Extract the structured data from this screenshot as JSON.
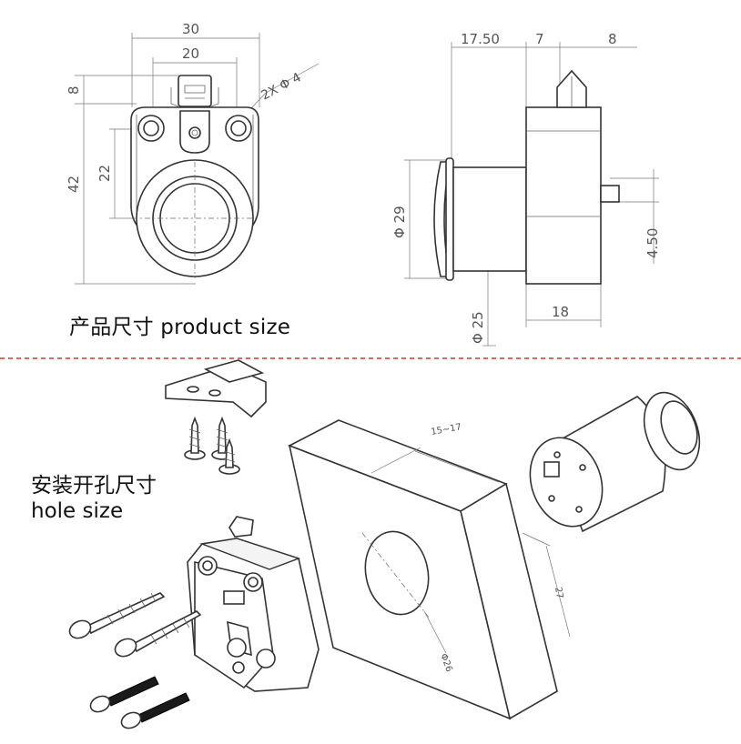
{
  "captions": {
    "product_size": "产品尺寸 product size",
    "hole_size_cn": "安装开孔尺寸",
    "hole_size_en": "hole size"
  },
  "front_view": {
    "dims": {
      "top_width": "30",
      "hole_spacing": "20",
      "holes": "2X Φ 4",
      "tab_height": "8",
      "total_height": "42",
      "center_height": "22"
    }
  },
  "side_view": {
    "dims": {
      "flange_to_body": "17.50",
      "body_step": "7",
      "tab_offset": "8",
      "flange_dia": "Φ 29",
      "barrel_dia": "Φ 25",
      "body_depth": "18",
      "pin": "4.50"
    }
  },
  "exploded_view": {
    "dims": {
      "panel_thickness": "15~17",
      "panel_height": "27",
      "hole_dia": "Φ26"
    }
  },
  "colors": {
    "divider": "#d9302a",
    "line": "#333333",
    "dimension": "#555555"
  }
}
